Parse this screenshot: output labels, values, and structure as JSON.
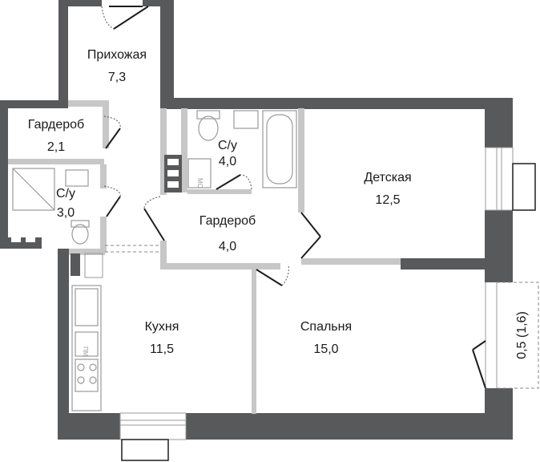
{
  "rooms": [
    {
      "id": "hallway",
      "name": "Прихожая",
      "area": "7,3"
    },
    {
      "id": "wardrobe-left",
      "name": "Гардероб",
      "area": "2,1"
    },
    {
      "id": "bathroom-left",
      "name": "С/у",
      "area": "3,0"
    },
    {
      "id": "bathroom-top",
      "name": "С/у",
      "area": "4,0"
    },
    {
      "id": "wardrobe-center",
      "name": "Гардероб",
      "area": "4,0"
    },
    {
      "id": "kids-room",
      "name": "Детская",
      "area": "12,5"
    },
    {
      "id": "kitchen",
      "name": "Кухня",
      "area": "11,5"
    },
    {
      "id": "bedroom",
      "name": "Спальня",
      "area": "15,0"
    }
  ],
  "balcony": {
    "label": "0,5 (1,6)"
  },
  "fixtures": {
    "washer": "МС",
    "dishwasher": "ПМ"
  },
  "colors": {
    "wall": "#58595b",
    "inner_wall": "#c7c7c7",
    "text": "#1a1a1a"
  }
}
